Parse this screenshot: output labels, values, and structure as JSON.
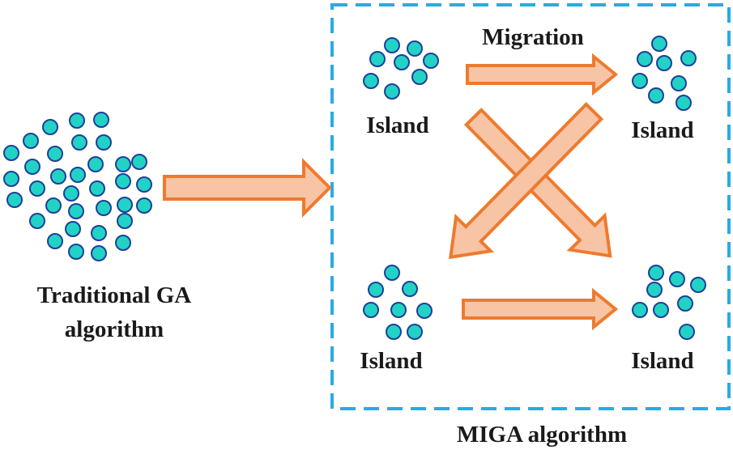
{
  "labels": {
    "traditional_line1": "Traditional GA",
    "traditional_line2": "algorithm",
    "migration": "Migration",
    "island": "Island",
    "miga": "MIGA algorithm"
  },
  "colors": {
    "dot_fill": "#22d3c5",
    "dot_stroke": "#1f3f9a",
    "arrow_fill": "#f8c4a6",
    "arrow_stroke": "#ee7a2d",
    "box_border": "#29abe2"
  }
}
